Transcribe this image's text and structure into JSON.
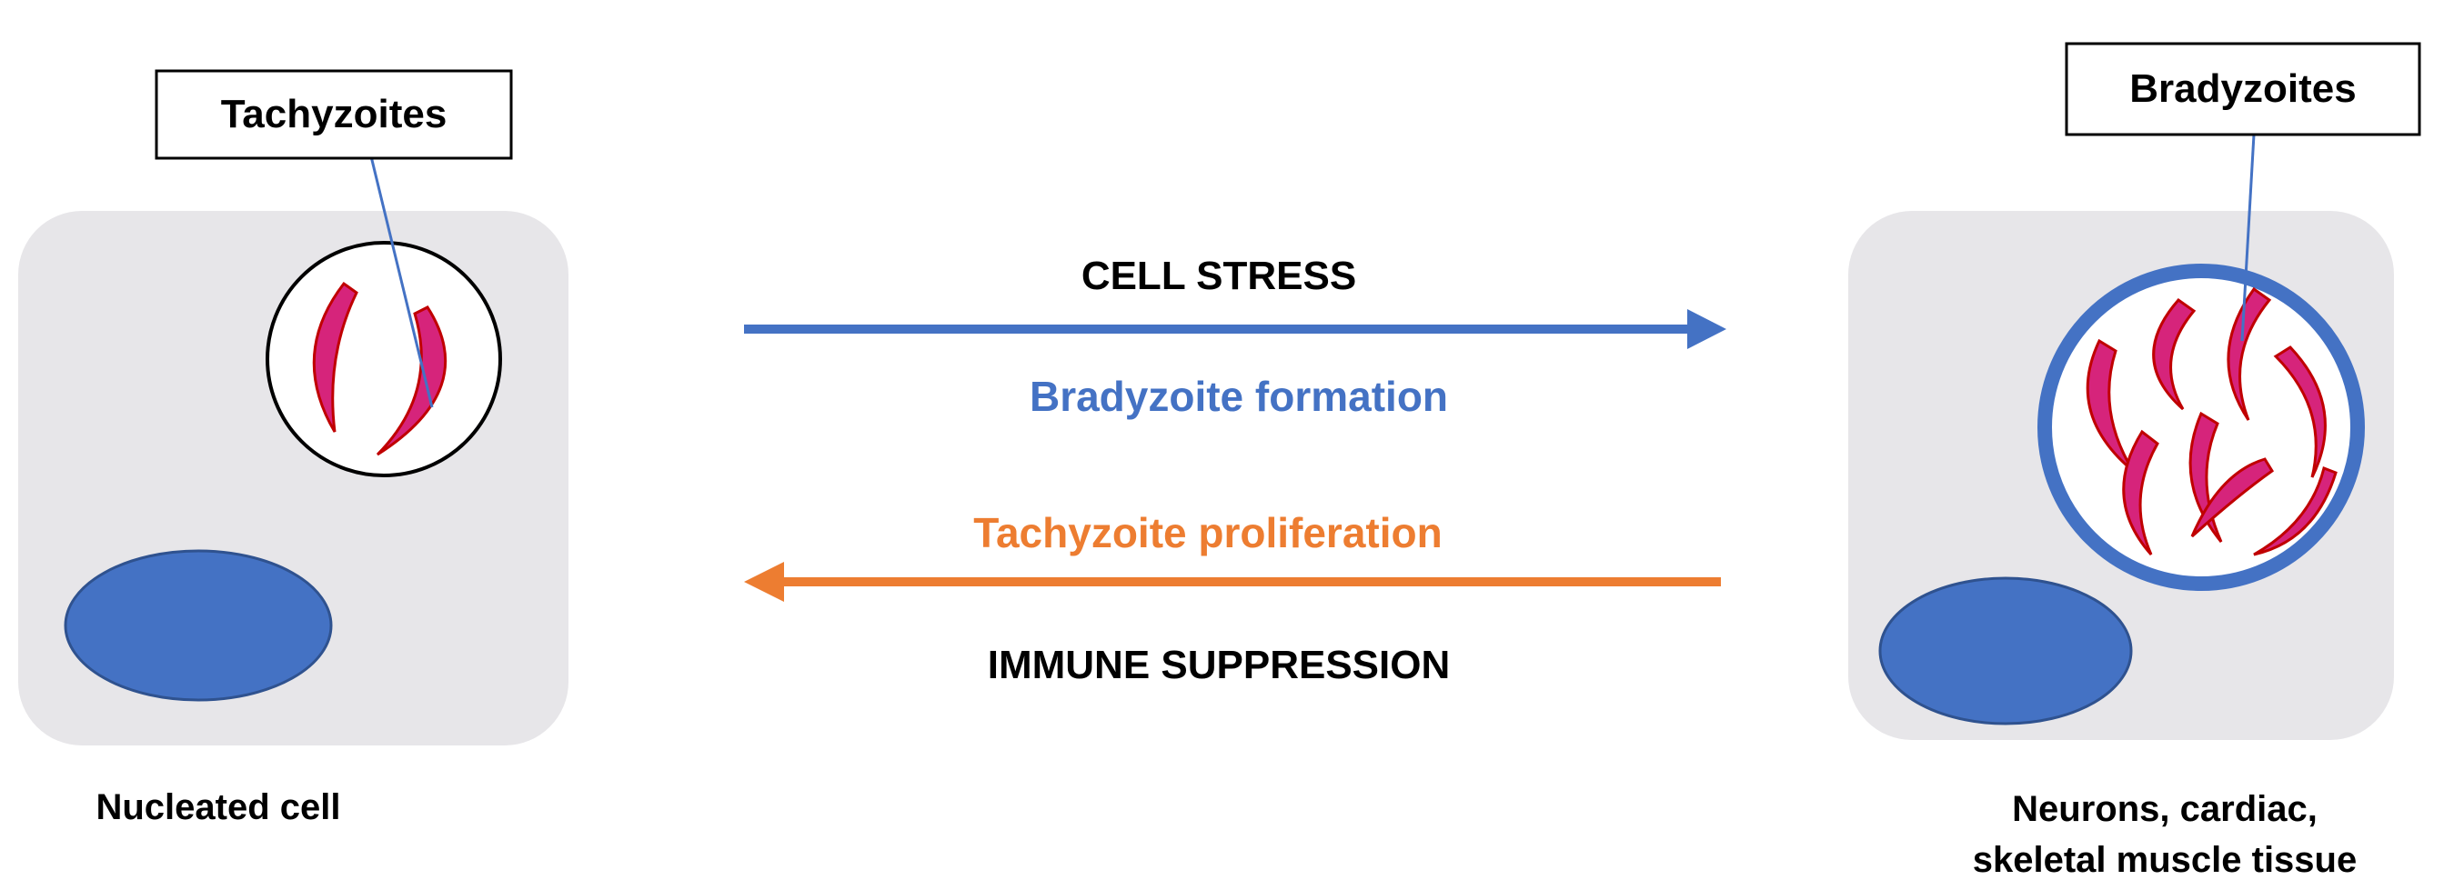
{
  "left_cell": {
    "parasite_label": "Tachyzoites",
    "caption": "Nucleated cell"
  },
  "right_cell": {
    "parasite_label": "Bradyzoites",
    "caption_lines": [
      "Neurons, cardiac,",
      "skeletal muscle tissue"
    ]
  },
  "forward_transition": {
    "condition": "CELL STRESS",
    "process": "Bradyzoite formation",
    "direction": "left-to-right"
  },
  "reverse_transition": {
    "process": "Tachyzoite proliferation",
    "condition": "IMMUNE SUPPRESSION",
    "direction": "right-to-left"
  },
  "colors": {
    "cell_fill": "#e7e6e9",
    "nucleus": "#4472c4",
    "parasite_fill": "#d6247b",
    "parasite_outline": "#c00000",
    "forward_arrow": "#4472c4",
    "reverse_arrow": "#ed7d31",
    "forward_process_text": "#4472c4",
    "reverse_process_text": "#ed7d31",
    "cyst_wall": "#4472c4"
  }
}
